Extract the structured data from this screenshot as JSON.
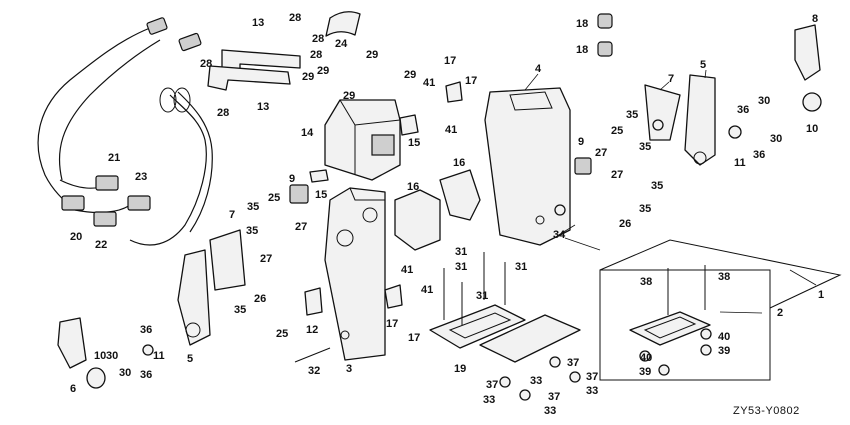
{
  "diagram_code": "ZY53-Y0802",
  "callouts": [
    {
      "id": "c1",
      "text": "1"
    },
    {
      "id": "c2",
      "text": "2"
    },
    {
      "id": "c3",
      "text": "3"
    },
    {
      "id": "c4",
      "text": "4"
    },
    {
      "id": "c5a",
      "text": "5"
    },
    {
      "id": "c5b",
      "text": "5"
    },
    {
      "id": "c6",
      "text": "6"
    },
    {
      "id": "c7a",
      "text": "7"
    },
    {
      "id": "c7b",
      "text": "7"
    },
    {
      "id": "c8",
      "text": "8"
    },
    {
      "id": "c9a",
      "text": "9"
    },
    {
      "id": "c9b",
      "text": "9"
    },
    {
      "id": "c10a",
      "text": "10"
    },
    {
      "id": "c10b",
      "text": "10"
    },
    {
      "id": "c11a",
      "text": "11"
    },
    {
      "id": "c11b",
      "text": "11"
    },
    {
      "id": "c12",
      "text": "12"
    },
    {
      "id": "c13a",
      "text": "13"
    },
    {
      "id": "c13b",
      "text": "13"
    },
    {
      "id": "c14",
      "text": "14"
    },
    {
      "id": "c15a",
      "text": "15"
    },
    {
      "id": "c15b",
      "text": "15"
    },
    {
      "id": "c16a",
      "text": "16"
    },
    {
      "id": "c16b",
      "text": "16"
    },
    {
      "id": "c17a",
      "text": "17"
    },
    {
      "id": "c17b",
      "text": "17"
    },
    {
      "id": "c17c",
      "text": "17"
    },
    {
      "id": "c17d",
      "text": "17"
    },
    {
      "id": "c18a",
      "text": "18"
    },
    {
      "id": "c18b",
      "text": "18"
    },
    {
      "id": "c19",
      "text": "19"
    },
    {
      "id": "c20",
      "text": "20"
    },
    {
      "id": "c21",
      "text": "21"
    },
    {
      "id": "c22",
      "text": "22"
    },
    {
      "id": "c23",
      "text": "23"
    },
    {
      "id": "c24",
      "text": "24"
    },
    {
      "id": "c25a",
      "text": "25"
    },
    {
      "id": "c25b",
      "text": "25"
    },
    {
      "id": "c25c",
      "text": "25"
    },
    {
      "id": "c26a",
      "text": "26"
    },
    {
      "id": "c26b",
      "text": "26"
    },
    {
      "id": "c27a",
      "text": "27"
    },
    {
      "id": "c27b",
      "text": "27"
    },
    {
      "id": "c27c",
      "text": "27"
    },
    {
      "id": "c27d",
      "text": "27"
    },
    {
      "id": "c28a",
      "text": "28"
    },
    {
      "id": "c28b",
      "text": "28"
    },
    {
      "id": "c28c",
      "text": "28"
    },
    {
      "id": "c28d",
      "text": "28"
    },
    {
      "id": "c28e",
      "text": "28"
    },
    {
      "id": "c29a",
      "text": "29"
    },
    {
      "id": "c29b",
      "text": "29"
    },
    {
      "id": "c29c",
      "text": "29"
    },
    {
      "id": "c29d",
      "text": "29"
    },
    {
      "id": "c29e",
      "text": "29"
    },
    {
      "id": "c30a",
      "text": "30"
    },
    {
      "id": "c30b",
      "text": "30"
    },
    {
      "id": "c30c",
      "text": "30"
    },
    {
      "id": "c30d",
      "text": "30"
    },
    {
      "id": "c31a",
      "text": "31"
    },
    {
      "id": "c31b",
      "text": "31"
    },
    {
      "id": "c31c",
      "text": "31"
    },
    {
      "id": "c31d",
      "text": "31"
    },
    {
      "id": "c32",
      "text": "32"
    },
    {
      "id": "c33a",
      "text": "33"
    },
    {
      "id": "c33b",
      "text": "33"
    },
    {
      "id": "c33c",
      "text": "33"
    },
    {
      "id": "c33d",
      "text": "33"
    },
    {
      "id": "c34",
      "text": "34"
    },
    {
      "id": "c35a",
      "text": "35"
    },
    {
      "id": "c35b",
      "text": "35"
    },
    {
      "id": "c35c",
      "text": "35"
    },
    {
      "id": "c35d",
      "text": "35"
    },
    {
      "id": "c35e",
      "text": "35"
    },
    {
      "id": "c35f",
      "text": "35"
    },
    {
      "id": "c35g",
      "text": "35"
    },
    {
      "id": "c36a",
      "text": "36"
    },
    {
      "id": "c36b",
      "text": "36"
    },
    {
      "id": "c36c",
      "text": "36"
    },
    {
      "id": "c36d",
      "text": "36"
    },
    {
      "id": "c37a",
      "text": "37"
    },
    {
      "id": "c37b",
      "text": "37"
    },
    {
      "id": "c37c",
      "text": "37"
    },
    {
      "id": "c37d",
      "text": "37"
    },
    {
      "id": "c38a",
      "text": "38"
    },
    {
      "id": "c38b",
      "text": "38"
    },
    {
      "id": "c39a",
      "text": "39"
    },
    {
      "id": "c39b",
      "text": "39"
    },
    {
      "id": "c40a",
      "text": "40"
    },
    {
      "id": "c40b",
      "text": "40"
    },
    {
      "id": "c41a",
      "text": "41"
    },
    {
      "id": "c41b",
      "text": "41"
    },
    {
      "id": "c41c",
      "text": "41"
    },
    {
      "id": "c41d",
      "text": "41"
    }
  ]
}
